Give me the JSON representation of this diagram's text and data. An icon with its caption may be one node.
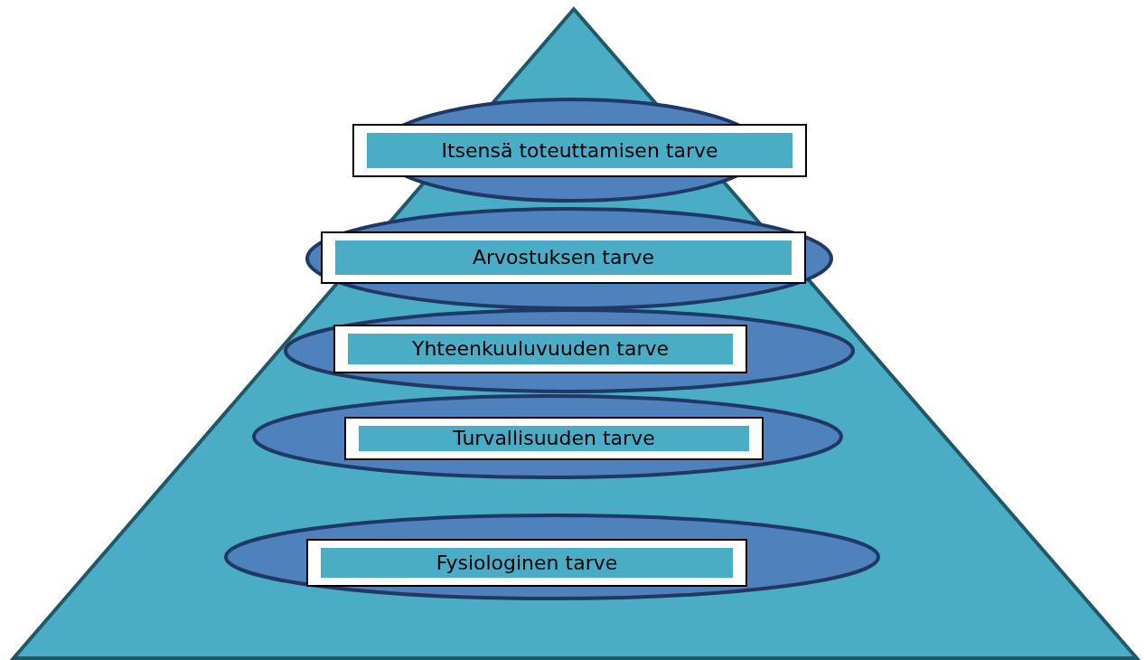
{
  "diagram": {
    "nodes": [
      {
        "text": [
          "Itsensä toteuttamisen tarve"
        ]
      },
      {
        "text": [
          "Arvostuksen tarve"
        ]
      },
      {
        "text": [
          "Yhteenkuuluvuuden tarve"
        ]
      },
      {
        "text": [
          "Turvallisuuden tarve"
        ]
      },
      {
        "text": [
          "Fysiologinen tarve"
        ]
      }
    ]
  }
}
